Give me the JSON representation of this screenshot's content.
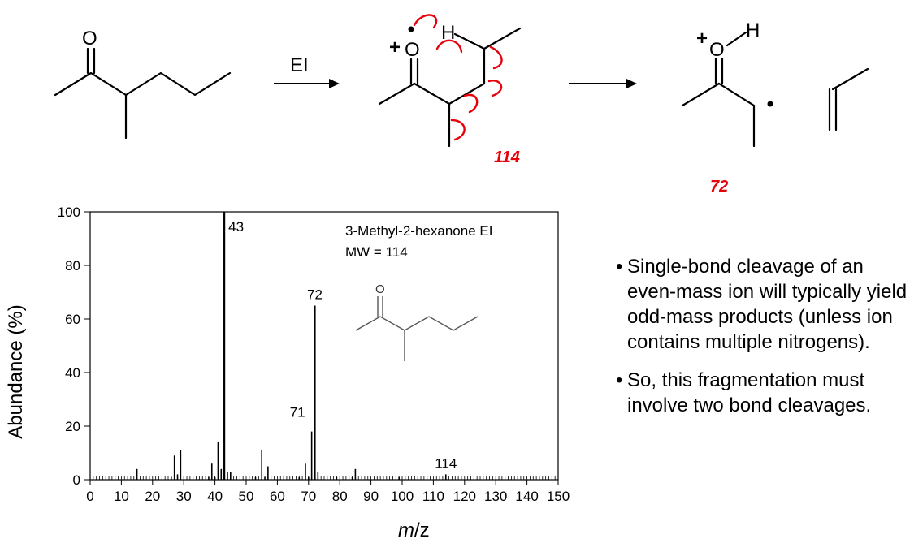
{
  "reaction": {
    "reagent": "EI",
    "atom_o": "O",
    "atom_h": "H",
    "charge": "+",
    "mass_reactant": "114",
    "mass_product": "72"
  },
  "chart_data": {
    "type": "bar",
    "title": "3-Methyl-2-hexanone EI",
    "subtitle": "MW = 114",
    "xlabel_prefix": "m",
    "xlabel_suffix": "/z",
    "ylabel": "Abundance (%)",
    "xlim": [
      0,
      150
    ],
    "ylim": [
      0,
      100
    ],
    "xticks": [
      0,
      10,
      20,
      30,
      40,
      50,
      60,
      70,
      80,
      90,
      100,
      110,
      120,
      130,
      140,
      150
    ],
    "yticks": [
      0,
      20,
      40,
      60,
      80,
      100
    ],
    "grid": false,
    "peaks": [
      {
        "mz": 15,
        "abundance": 4
      },
      {
        "mz": 26,
        "abundance": 1
      },
      {
        "mz": 27,
        "abundance": 9
      },
      {
        "mz": 28,
        "abundance": 2
      },
      {
        "mz": 29,
        "abundance": 11
      },
      {
        "mz": 38,
        "abundance": 1
      },
      {
        "mz": 39,
        "abundance": 6
      },
      {
        "mz": 40,
        "abundance": 1
      },
      {
        "mz": 41,
        "abundance": 14
      },
      {
        "mz": 42,
        "abundance": 4
      },
      {
        "mz": 43,
        "abundance": 100
      },
      {
        "mz": 44,
        "abundance": 3
      },
      {
        "mz": 45,
        "abundance": 3
      },
      {
        "mz": 53,
        "abundance": 1
      },
      {
        "mz": 55,
        "abundance": 11
      },
      {
        "mz": 56,
        "abundance": 1
      },
      {
        "mz": 57,
        "abundance": 5
      },
      {
        "mz": 67,
        "abundance": 1
      },
      {
        "mz": 69,
        "abundance": 6
      },
      {
        "mz": 70,
        "abundance": 1
      },
      {
        "mz": 71,
        "abundance": 18
      },
      {
        "mz": 72,
        "abundance": 65
      },
      {
        "mz": 73,
        "abundance": 3
      },
      {
        "mz": 79,
        "abundance": 1
      },
      {
        "mz": 84,
        "abundance": 1
      },
      {
        "mz": 85,
        "abundance": 4
      },
      {
        "mz": 99,
        "abundance": 1
      },
      {
        "mz": 114,
        "abundance": 2
      }
    ],
    "peak_labels": [
      {
        "mz": 43,
        "abundance": 100,
        "text": "43"
      },
      {
        "mz": 72,
        "abundance": 65,
        "text": "72"
      },
      {
        "mz": 71,
        "abundance": 18,
        "text": "71"
      },
      {
        "mz": 114,
        "abundance": 2,
        "text": "114"
      }
    ],
    "inset_atom": "O"
  },
  "bullets": [
    "Single-bond cleavage of an even-mass ion will typically yield odd-mass products (unless ion contains multiple nitrogens).",
    "So, this fragmentation must involve two bond cleavages."
  ]
}
